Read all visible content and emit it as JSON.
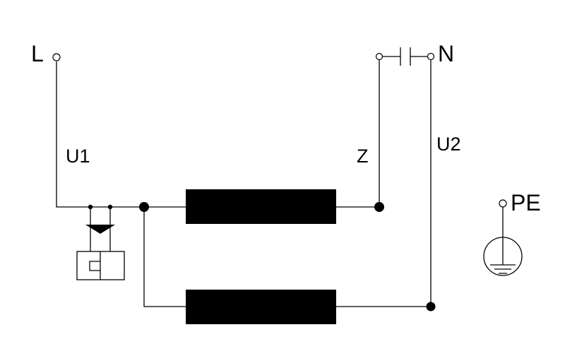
{
  "labels": {
    "L": "L",
    "N": "N",
    "PE": "PE",
    "U1": "U1",
    "U2": "U2",
    "Z": "Z"
  },
  "colors": {
    "line": "#000000",
    "background": "#ffffff"
  }
}
